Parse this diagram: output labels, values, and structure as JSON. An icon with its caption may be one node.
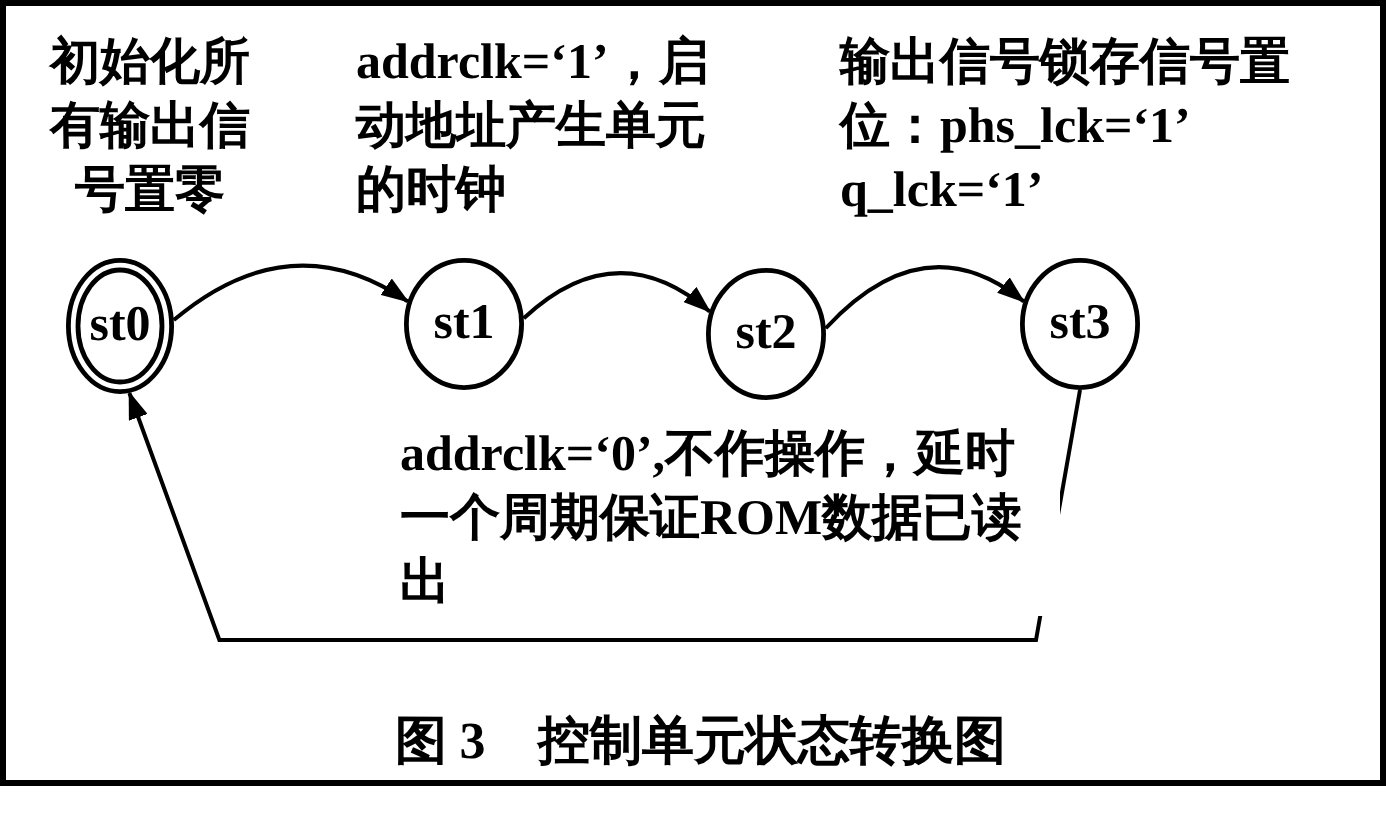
{
  "diagram": {
    "caption": "图 3　控制单元状态转换图",
    "nodes": [
      {
        "text": [
          "st0"
        ]
      },
      {
        "text": [
          "st1"
        ]
      },
      {
        "text": [
          "st2"
        ]
      },
      {
        "text": [
          "st3"
        ]
      }
    ],
    "edges": [
      {
        "from": 0,
        "to": 1,
        "arrow": "to"
      },
      {
        "from": 1,
        "to": 2,
        "arrow": "to"
      },
      {
        "from": 2,
        "to": 3,
        "arrow": "to"
      },
      {
        "from": 3,
        "to": 0,
        "arrow": "to",
        "label": "addrclk=‘0’,不作操作，延时一个周期保证ROM数据已读出"
      }
    ],
    "labels": [
      "初始化所有输出信号置零",
      "addrclk=‘1’，启动地址产生单元的时钟",
      "输出信号锁存信号置位：phs_lck=‘1’ q_lck=‘1’"
    ]
  }
}
